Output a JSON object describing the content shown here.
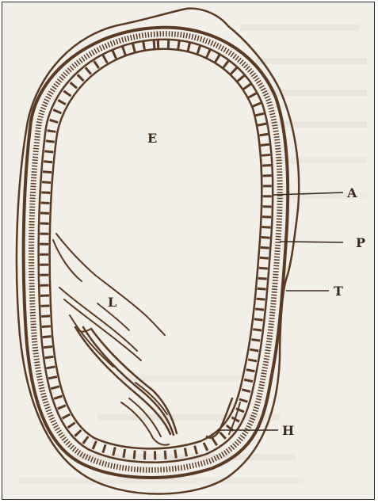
{
  "figure": {
    "labels": {
      "E": "E",
      "L": "L",
      "A": "A",
      "P": "P",
      "T": "T",
      "H": "H"
    },
    "colors": {
      "ink": "#5a3a22",
      "paper": "#f2eee8",
      "frame": "#2b2b2b"
    }
  }
}
